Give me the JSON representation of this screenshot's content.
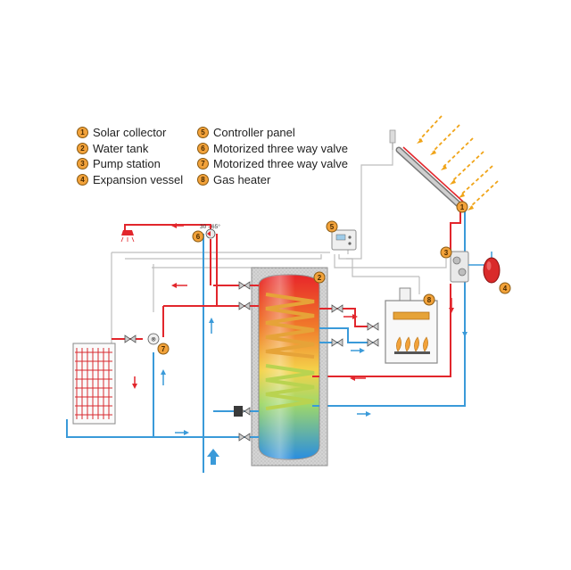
{
  "legend": {
    "items": [
      {
        "number": "1",
        "label": "Solar collector"
      },
      {
        "number": "2",
        "label": "Water tank"
      },
      {
        "number": "3",
        "label": "Pump station"
      },
      {
        "number": "4",
        "label": "Expansion vessel"
      },
      {
        "number": "5",
        "label": "Controller panel"
      },
      {
        "number": "6",
        "label": "Motorized three way valve"
      },
      {
        "number": "7",
        "label": "Motorized three way valve"
      },
      {
        "number": "8",
        "label": "Gas heater"
      }
    ]
  },
  "labels": {
    "temperature_range": "30 - 65°"
  },
  "colors": {
    "hot_pipe": "#e2262c",
    "cold_pipe": "#3a9ad9",
    "control_wire": "#b9b9b9",
    "sun_rays": "#f0a418",
    "badge": "#f2a23a",
    "tank_wall": "#9b9b9b"
  }
}
